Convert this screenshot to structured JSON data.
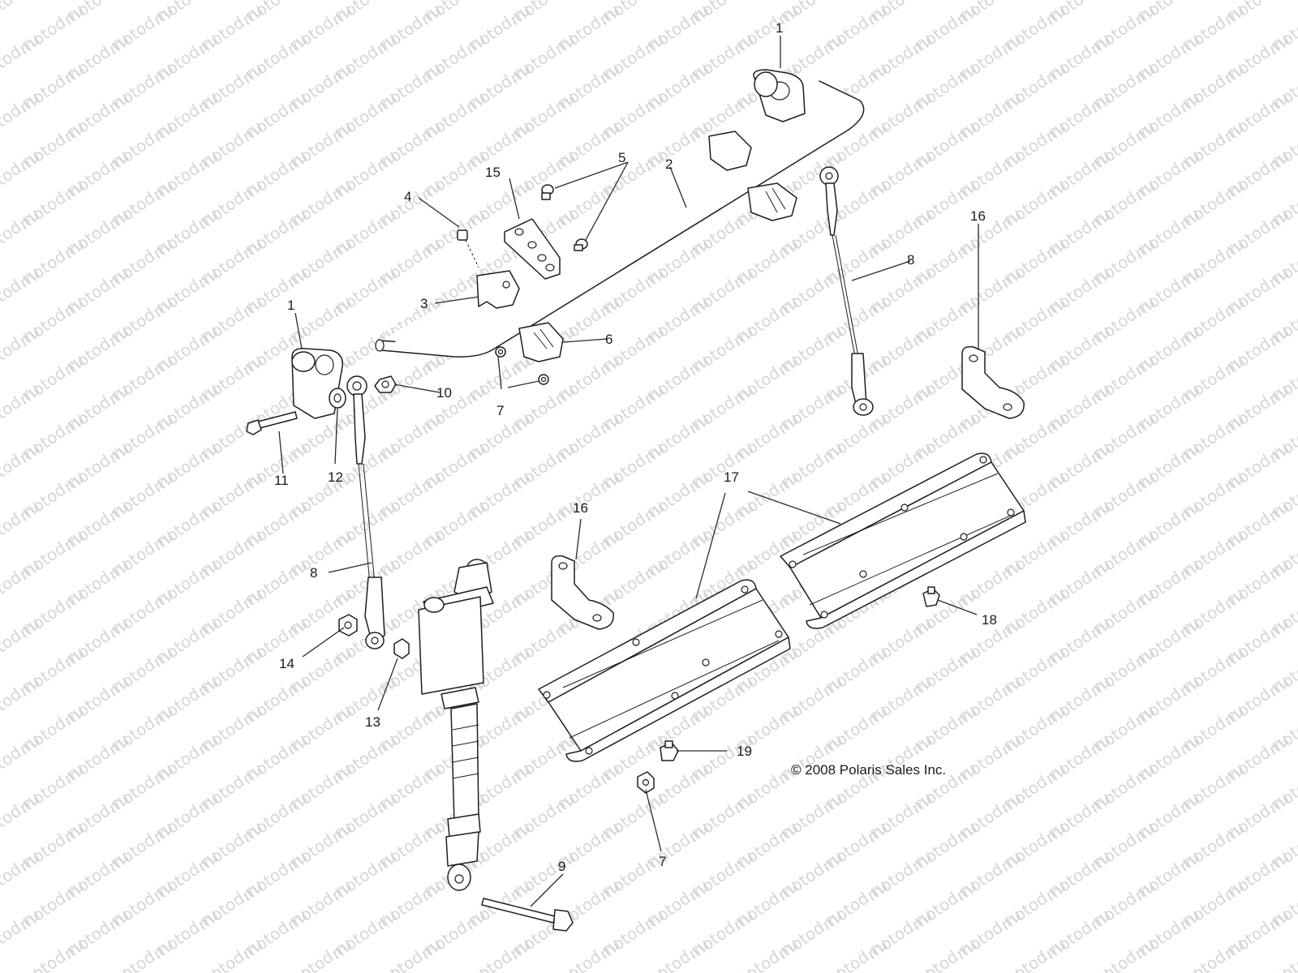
{
  "watermark_text": "motod.ru",
  "copyright": "© 2008 Polaris Sales Inc.",
  "callouts": {
    "c1a": "1",
    "c1b": "1",
    "c2": "2",
    "c3": "3",
    "c4": "4",
    "c5": "5",
    "c6": "6",
    "c7a": "7",
    "c7b": "7",
    "c8a": "8",
    "c8b": "8",
    "c9": "9",
    "c10": "10",
    "c11": "11",
    "c12": "12",
    "c13": "13",
    "c14": "14",
    "c15": "15",
    "c16a": "16",
    "c16b": "16",
    "c17": "17",
    "c18": "18",
    "c19": "19"
  }
}
